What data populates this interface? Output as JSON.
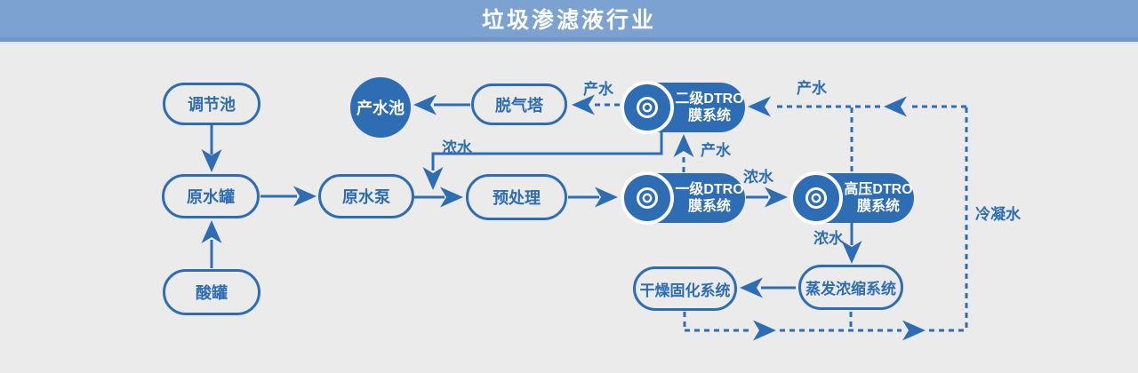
{
  "header": {
    "title": "垃圾渗滤液行业"
  },
  "colors": {
    "accent": "#2e6db4",
    "header_bg": "#7ba2d0",
    "header_border": "#6f96c7",
    "header_underline": "#e0e7f3",
    "canvas_bg": "#ebebeb",
    "text_on_fill": "#ffffff"
  },
  "nodes": {
    "regulating_pool": {
      "label": "调节池"
    },
    "raw_water_tank": {
      "label": "原水罐"
    },
    "acid_tank": {
      "label": "酸罐"
    },
    "raw_water_pump": {
      "label": "原水泵"
    },
    "pretreatment": {
      "label": "预处理"
    },
    "degassing_tower": {
      "label": "脱气塔"
    },
    "product_water_pool": {
      "label": "产水池"
    },
    "stage2_dtro": {
      "line1": "二级DTRO",
      "line2": "膜系统"
    },
    "stage1_dtro": {
      "line1": "一级DTRO",
      "line2": "膜系统"
    },
    "high_pressure_dtro": {
      "line1": "高压DTRO",
      "line2": "膜系统"
    },
    "evaporation_system": {
      "label": "蒸发浓缩系统"
    },
    "drying_system": {
      "label": "干燥固化系统"
    }
  },
  "edge_labels": {
    "product_water_to_degasser": "产水",
    "product_water_stage1_to_stage2": "产水",
    "product_water_hp_return": "产水",
    "concentrate_stage2_return": "浓水",
    "concentrate_stage1_to_hp": "浓水",
    "concentrate_hp_to_evaporation": "浓水",
    "condensate": "冷凝水"
  }
}
